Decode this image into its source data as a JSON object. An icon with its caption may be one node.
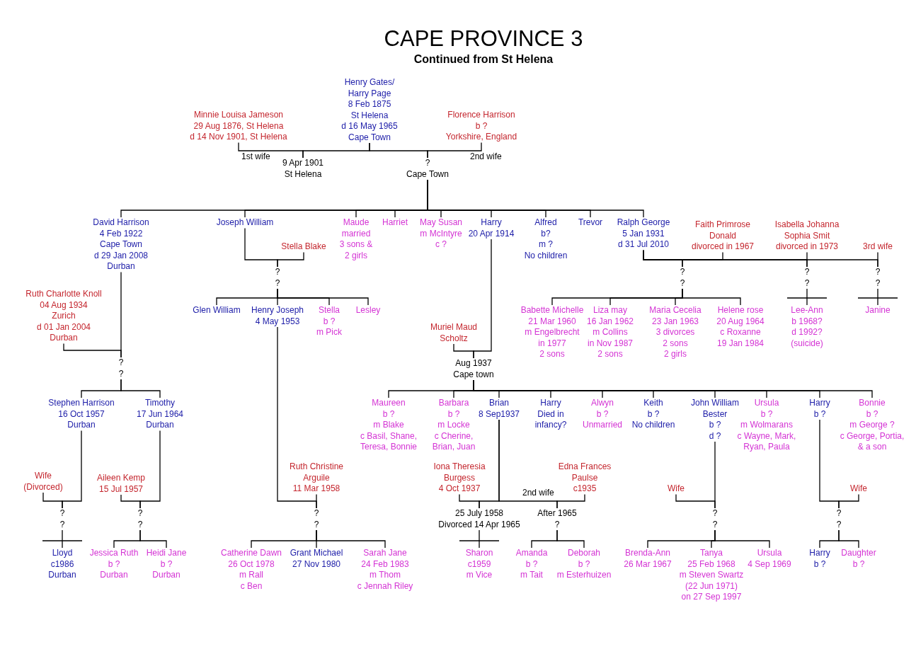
{
  "diagram": {
    "title": "CAPE PROVINCE 3",
    "nodes": [
      {
        "text": [
          "Henry Gates/",
          "Harry Page",
          "8 Feb 1875",
          "St Helena",
          "d 16 May 1965",
          "Cape Town"
        ]
      },
      {
        "text": [
          "Minnie Louisa Jameson",
          "29 Aug 1876, St Helena",
          "d 14 Nov 1901, St Helena"
        ],
        "beside": [
          "1st wife"
        ]
      },
      {
        "text": [
          "Florence Harrison",
          "b ?",
          "Yorkshire, England"
        ],
        "beside": [
          "2nd wife"
        ]
      },
      {
        "text": [
          "9 Apr 1901",
          "St Helena"
        ]
      },
      {
        "text": [
          "?",
          "Cape Town"
        ]
      },
      {
        "text": [
          "David Harrison",
          "4 Feb 1922",
          "Cape Town",
          "d 29 Jan 2008",
          "Durban"
        ]
      },
      {
        "text": [
          "Joseph William"
        ]
      },
      {
        "text": [
          "Maude",
          "married",
          "3 sons &",
          "2 girls"
        ]
      },
      {
        "text": [
          "Harriet"
        ]
      },
      {
        "text": [
          "May Susan",
          "m McIntyre",
          "c ?"
        ]
      },
      {
        "text": [
          "Harry",
          "20 Apr 1914"
        ]
      },
      {
        "text": [
          "Alfred",
          "b?",
          "m ?",
          "No children"
        ]
      },
      {
        "text": [
          "Trevor"
        ]
      },
      {
        "text": [
          "Ralph George",
          "5 Jan 1931",
          "d 31 Jul 2010"
        ]
      },
      {
        "text": [
          "Faith Primrose",
          "Donald",
          "divorced in 1967"
        ]
      },
      {
        "text": [
          "Isabella Johanna",
          "Sophia Smit",
          "divorced in 1973"
        ]
      },
      {
        "text": [
          "3rd wife"
        ]
      },
      {
        "text": [
          "?",
          "?"
        ]
      },
      {
        "text": [
          "?",
          "?"
        ]
      },
      {
        "text": [
          "?",
          "?"
        ]
      },
      {
        "text": [
          "Babette Michelle",
          "21 Mar 1960",
          "m Engelbrecht",
          "in 1977",
          "2 sons"
        ]
      },
      {
        "text": [
          "Liza may",
          "16 Jan 1962",
          "m Collins",
          "in Nov 1987",
          "2 sons"
        ]
      },
      {
        "text": [
          "Maria Cecelia",
          "23 Jan 1963",
          "3 divorces",
          "2 sons",
          "2 girls"
        ]
      },
      {
        "text": [
          "Helene rose",
          "20 Aug 1964",
          "c Roxanne",
          "19 Jan 1984"
        ]
      },
      {
        "text": [
          "Lee-Ann",
          "b 1968?",
          "d 1992?",
          "(suicide)"
        ]
      },
      {
        "text": [
          "Janine"
        ]
      },
      {
        "text": [
          "Stella Blake"
        ]
      },
      {
        "text": [
          "?",
          "?"
        ]
      },
      {
        "text": [
          "Glen William"
        ]
      },
      {
        "text": [
          "Henry Joseph",
          "4 May 1953"
        ]
      },
      {
        "text": [
          "Stella",
          "b ?",
          "m Pick"
        ]
      },
      {
        "text": [
          "Lesley"
        ]
      },
      {
        "text": [
          "Ruth Charlotte Knoll",
          "04 Aug 1934",
          "Zurich",
          "d 01 Jan 2004",
          "Durban"
        ]
      },
      {
        "text": [
          "?",
          "?"
        ]
      },
      {
        "text": [
          "Stephen Harrison",
          "16 Oct 1957",
          "Durban"
        ]
      },
      {
        "text": [
          "Timothy",
          "17 Jun 1964",
          "Durban"
        ]
      },
      {
        "text": [
          "Wife",
          "(Divorced)"
        ]
      },
      {
        "text": [
          "Aileen Kemp",
          "15 Jul 1957"
        ]
      },
      {
        "text": [
          "?",
          "?"
        ]
      },
      {
        "text": [
          "?",
          "?"
        ]
      },
      {
        "text": [
          "Lloyd",
          "c1986",
          "Durban"
        ]
      },
      {
        "text": [
          "Jessica Ruth",
          "b ?",
          "Durban"
        ]
      },
      {
        "text": [
          "Heidi Jane",
          "b ?",
          "Durban"
        ]
      },
      {
        "text": [
          "Ruth Christine",
          "Arguile",
          "11 Mar 1958"
        ]
      },
      {
        "text": [
          "?",
          "?"
        ]
      },
      {
        "text": [
          "Catherine Dawn",
          "26 Oct 1978",
          "m Rall",
          "c Ben"
        ]
      },
      {
        "text": [
          "Grant Michael",
          "27 Nov 1980"
        ]
      },
      {
        "text": [
          "Sarah Jane",
          "24 Feb 1983",
          "m Thom",
          "c Jennah Riley"
        ]
      },
      {
        "text": [
          "Muriel Maud",
          "Scholtz"
        ]
      },
      {
        "text": [
          "Aug 1937",
          "Cape town"
        ]
      },
      {
        "text": [
          "Maureen",
          "b ?",
          "m Blake",
          "c Basil, Shane,",
          "Teresa, Bonnie"
        ]
      },
      {
        "text": [
          "Barbara",
          "b ?",
          "m Locke",
          "c Cherine,",
          "Brian, Juan"
        ]
      },
      {
        "text": [
          "Brian",
          "8 Sep1937"
        ]
      },
      {
        "text": [
          "Harry",
          "Died in",
          "infancy?"
        ]
      },
      {
        "text": [
          "Alwyn",
          "b ?",
          "Unmarried"
        ]
      },
      {
        "text": [
          "Keith",
          "b ?",
          "No children"
        ]
      },
      {
        "text": [
          "John William",
          "Bester",
          "b ?",
          "d ?"
        ]
      },
      {
        "text": [
          "Ursula",
          "b ?",
          "m Wolmarans",
          "c Wayne, Mark,",
          "Ryan, Paula"
        ]
      },
      {
        "text": [
          "Harry",
          "b ?"
        ]
      },
      {
        "text": [
          "Bonnie",
          "b ?",
          "m George ?",
          "c George, Portia,",
          "& a son"
        ]
      },
      {
        "text": [
          "Iona Theresia",
          "Burgess",
          "4 Oct 1937"
        ]
      },
      {
        "text": [
          "Edna Frances",
          "Paulse",
          "c1935"
        ],
        "beside": [
          "2nd wife"
        ]
      },
      {
        "text": [
          "25 July 1958",
          "Divorced 14 Apr 1965"
        ]
      },
      {
        "text": [
          "After 1965",
          "?"
        ]
      },
      {
        "text": [
          "Sharon",
          "c1959",
          "m Vice"
        ]
      },
      {
        "text": [
          "Amanda",
          "b ?",
          "m Tait"
        ]
      },
      {
        "text": [
          "Deborah",
          "b ?",
          "m Esterhuizen"
        ]
      },
      {
        "text": [
          "Wife"
        ]
      },
      {
        "text": [
          "?",
          "?"
        ]
      },
      {
        "text": [
          "Brenda-Ann",
          "26 Mar 1967"
        ]
      },
      {
        "text": [
          "Tanya",
          "25 Feb 1968",
          "m Steven Swartz",
          "(22 Jun 1971)",
          "on 27 Sep 1997"
        ]
      },
      {
        "text": [
          "Ursula",
          "4 Sep 1969"
        ]
      },
      {
        "text": [
          "Wife"
        ]
      },
      {
        "text": [
          "?",
          "?"
        ]
      },
      {
        "text": [
          "Harry",
          "b ?"
        ]
      },
      {
        "text": [
          "Daughter",
          "b ?"
        ]
      }
    ],
    "edges": [
      {
        "from": 1,
        "to": 3,
        "arrow": "none"
      },
      {
        "from": 0,
        "to": 3,
        "arrow": "none"
      },
      {
        "from": 0,
        "to": 4,
        "arrow": "none"
      },
      {
        "from": 2,
        "to": 4,
        "arrow": "none"
      },
      {
        "from": 4,
        "to": 5,
        "arrow": "none"
      },
      {
        "from": 4,
        "to": 6,
        "arrow": "none"
      },
      {
        "from": 4,
        "to": 7,
        "arrow": "none"
      },
      {
        "from": 4,
        "to": 8,
        "arrow": "none"
      },
      {
        "from": 4,
        "to": 9,
        "arrow": "none"
      },
      {
        "from": 4,
        "to": 10,
        "arrow": "none"
      },
      {
        "from": 4,
        "to": 11,
        "arrow": "none"
      },
      {
        "from": 4,
        "to": 12,
        "arrow": "none"
      },
      {
        "from": 4,
        "to": 13,
        "arrow": "none"
      },
      {
        "from": 13,
        "to": 17,
        "arrow": "none"
      },
      {
        "from": 14,
        "to": 17,
        "arrow": "none"
      },
      {
        "from": 13,
        "to": 18,
        "arrow": "none"
      },
      {
        "from": 15,
        "to": 18,
        "arrow": "none"
      },
      {
        "from": 13,
        "to": 19,
        "arrow": "none"
      },
      {
        "from": 16,
        "to": 19,
        "arrow": "none"
      },
      {
        "from": 17,
        "to": 20,
        "arrow": "none"
      },
      {
        "from": 17,
        "to": 21,
        "arrow": "none"
      },
      {
        "from": 17,
        "to": 22,
        "arrow": "none"
      },
      {
        "from": 17,
        "to": 23,
        "arrow": "none"
      },
      {
        "from": 18,
        "to": 24,
        "arrow": "none"
      },
      {
        "from": 19,
        "to": 25,
        "arrow": "none"
      },
      {
        "from": 6,
        "to": 27,
        "arrow": "none"
      },
      {
        "from": 26,
        "to": 27,
        "arrow": "none"
      },
      {
        "from": 27,
        "to": 28,
        "arrow": "none"
      },
      {
        "from": 27,
        "to": 29,
        "arrow": "none"
      },
      {
        "from": 27,
        "to": 30,
        "arrow": "none"
      },
      {
        "from": 27,
        "to": 31,
        "arrow": "none"
      },
      {
        "from": 5,
        "to": 33,
        "arrow": "none"
      },
      {
        "from": 32,
        "to": 33,
        "arrow": "none"
      },
      {
        "from": 33,
        "to": 34,
        "arrow": "none"
      },
      {
        "from": 33,
        "to": 35,
        "arrow": "none"
      },
      {
        "from": 34,
        "to": 38,
        "arrow": "none"
      },
      {
        "from": 36,
        "to": 38,
        "arrow": "none"
      },
      {
        "from": 35,
        "to": 39,
        "arrow": "none"
      },
      {
        "from": 37,
        "to": 39,
        "arrow": "none"
      },
      {
        "from": 38,
        "to": 40,
        "arrow": "none"
      },
      {
        "from": 39,
        "to": 41,
        "arrow": "none"
      },
      {
        "from": 39,
        "to": 42,
        "arrow": "none"
      },
      {
        "from": 29,
        "to": 44,
        "arrow": "none"
      },
      {
        "from": 43,
        "to": 44,
        "arrow": "none"
      },
      {
        "from": 44,
        "to": 45,
        "arrow": "none"
      },
      {
        "from": 44,
        "to": 46,
        "arrow": "none"
      },
      {
        "from": 44,
        "to": 47,
        "arrow": "none"
      },
      {
        "from": 10,
        "to": 49,
        "arrow": "none"
      },
      {
        "from": 48,
        "to": 49,
        "arrow": "none"
      },
      {
        "from": 49,
        "to": 50,
        "arrow": "none"
      },
      {
        "from": 49,
        "to": 51,
        "arrow": "none"
      },
      {
        "from": 49,
        "to": 52,
        "arrow": "none"
      },
      {
        "from": 49,
        "to": 53,
        "arrow": "none"
      },
      {
        "from": 49,
        "to": 54,
        "arrow": "none"
      },
      {
        "from": 49,
        "to": 55,
        "arrow": "none"
      },
      {
        "from": 49,
        "to": 56,
        "arrow": "none"
      },
      {
        "from": 49,
        "to": 57,
        "arrow": "none"
      },
      {
        "from": 49,
        "to": 58,
        "arrow": "none"
      },
      {
        "from": 49,
        "to": 59,
        "arrow": "none"
      },
      {
        "from": 52,
        "to": 62,
        "arrow": "none"
      },
      {
        "from": 60,
        "to": 62,
        "arrow": "none"
      },
      {
        "from": 52,
        "to": 63,
        "arrow": "none"
      },
      {
        "from": 61,
        "to": 63,
        "arrow": "none"
      },
      {
        "from": 62,
        "to": 64,
        "arrow": "none"
      },
      {
        "from": 63,
        "to": 65,
        "arrow": "none"
      },
      {
        "from": 63,
        "to": 66,
        "arrow": "none"
      },
      {
        "from": 56,
        "to": 68,
        "arrow": "none"
      },
      {
        "from": 67,
        "to": 68,
        "arrow": "none"
      },
      {
        "from": 68,
        "to": 69,
        "arrow": "none"
      },
      {
        "from": 68,
        "to": 70,
        "arrow": "none"
      },
      {
        "from": 68,
        "to": 71,
        "arrow": "none"
      },
      {
        "from": 58,
        "to": 73,
        "arrow": "none"
      },
      {
        "from": 72,
        "to": 73,
        "arrow": "none"
      },
      {
        "from": 73,
        "to": 74,
        "arrow": "none"
      },
      {
        "from": 73,
        "to": 75,
        "arrow": "none"
      }
    ],
    "labels": [
      "Continued from St Helena"
    ]
  }
}
